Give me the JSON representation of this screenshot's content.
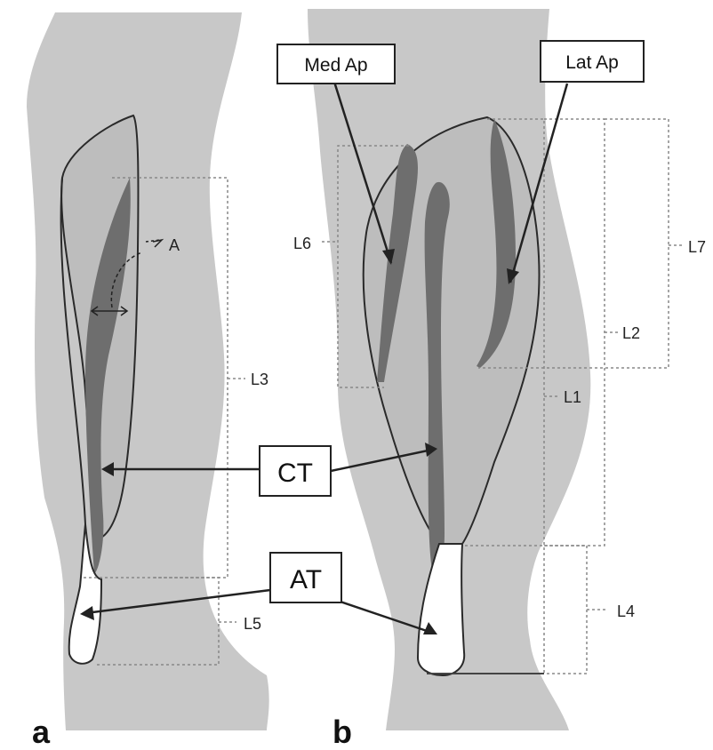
{
  "colors": {
    "leg_shadow": "#c8c8c8",
    "muscle_fill": "#b8b8b8",
    "aponeurosis": "#6e6e6e",
    "outline": "#2a2a2a",
    "dotted": "#888888",
    "tendon_fill": "#ffffff"
  },
  "panels": {
    "a": "a",
    "b": "b"
  },
  "labels": {
    "angle": "A",
    "l1": "L1",
    "l2": "L2",
    "l3": "L3",
    "l4": "L4",
    "l5": "L5",
    "l6": "L6",
    "l7": "L7"
  },
  "boxes": {
    "med_ap": "Med Ap",
    "lat_ap": "Lat Ap",
    "ct": "CT",
    "at": "AT"
  }
}
